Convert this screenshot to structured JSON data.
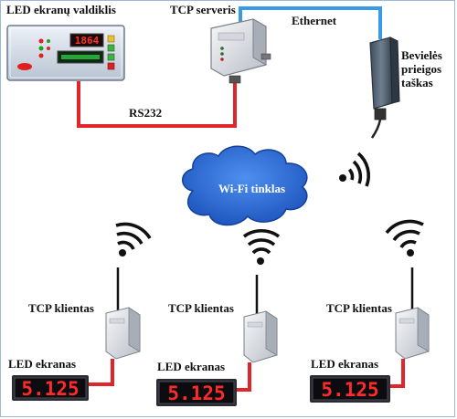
{
  "labels": {
    "controller": "LED ekranų valdiklis",
    "server": "TCP serveris",
    "ethernet": "Ethernet",
    "access_point": "Bevielės prieigos taškas",
    "rs232": "RS232",
    "wifi": "Wi-Fi tinklas",
    "client": "TCP klientas",
    "led_screen": "LED ekranas"
  },
  "controller_display": "1864",
  "led_value": "5.125",
  "colors": {
    "rs232_wire": "#e0262b",
    "ethernet_wire": "#3b9ae8",
    "cloud": "#2e6fd8",
    "led_text": "#ff2a2a",
    "led_body": "#0c0c10",
    "border": "#9fb7d9"
  }
}
